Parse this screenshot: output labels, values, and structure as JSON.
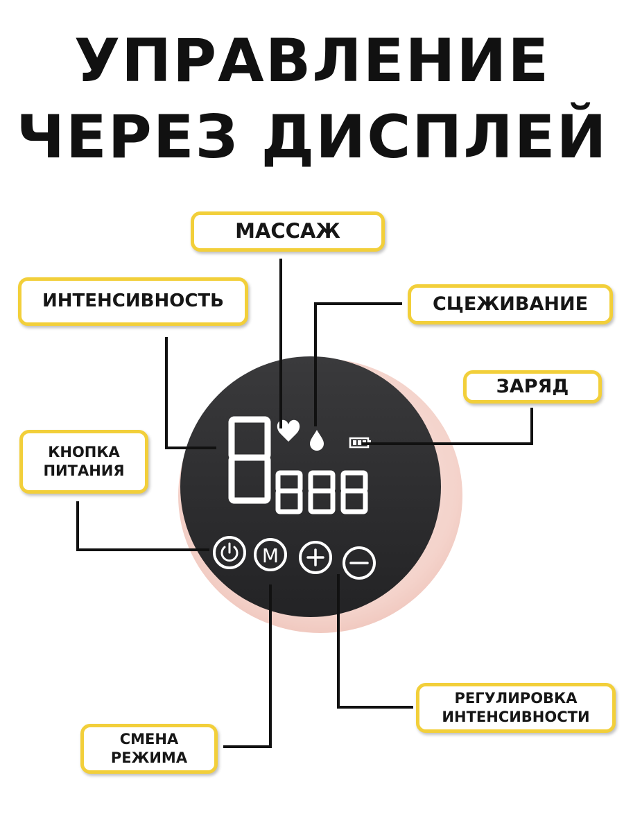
{
  "title": {
    "line1": "УПРАВЛЕНИЕ",
    "line2": "ЧЕРЕЗ ДИСПЛЕЙ"
  },
  "labels": {
    "massage": "МАССАЖ",
    "intensity": "ИНТЕНСИВНОСТЬ",
    "expression": "СЦЕЖИВАНИЕ",
    "charge": "ЗАРЯД",
    "power_line1": "КНОПКА",
    "power_line2": "ПИТАНИЯ",
    "adjust_line1": "РЕГУЛИРОВКА",
    "adjust_line2": "ИНТЕНСИВНОСТИ",
    "mode_line1": "СМЕНА",
    "mode_line2": "РЕЖИМА"
  },
  "device": {
    "big_digit": "8",
    "small_digits": "888",
    "buttons": {
      "power_icon": "power-icon",
      "mode_text": "M",
      "plus_icon": "plus-icon",
      "minus_icon": "minus-icon"
    }
  },
  "colors": {
    "label_border": "#f2cf3a",
    "device_shell": "#f6d9d2",
    "screen": "#2b2b2d",
    "segment": "#ffffff"
  }
}
